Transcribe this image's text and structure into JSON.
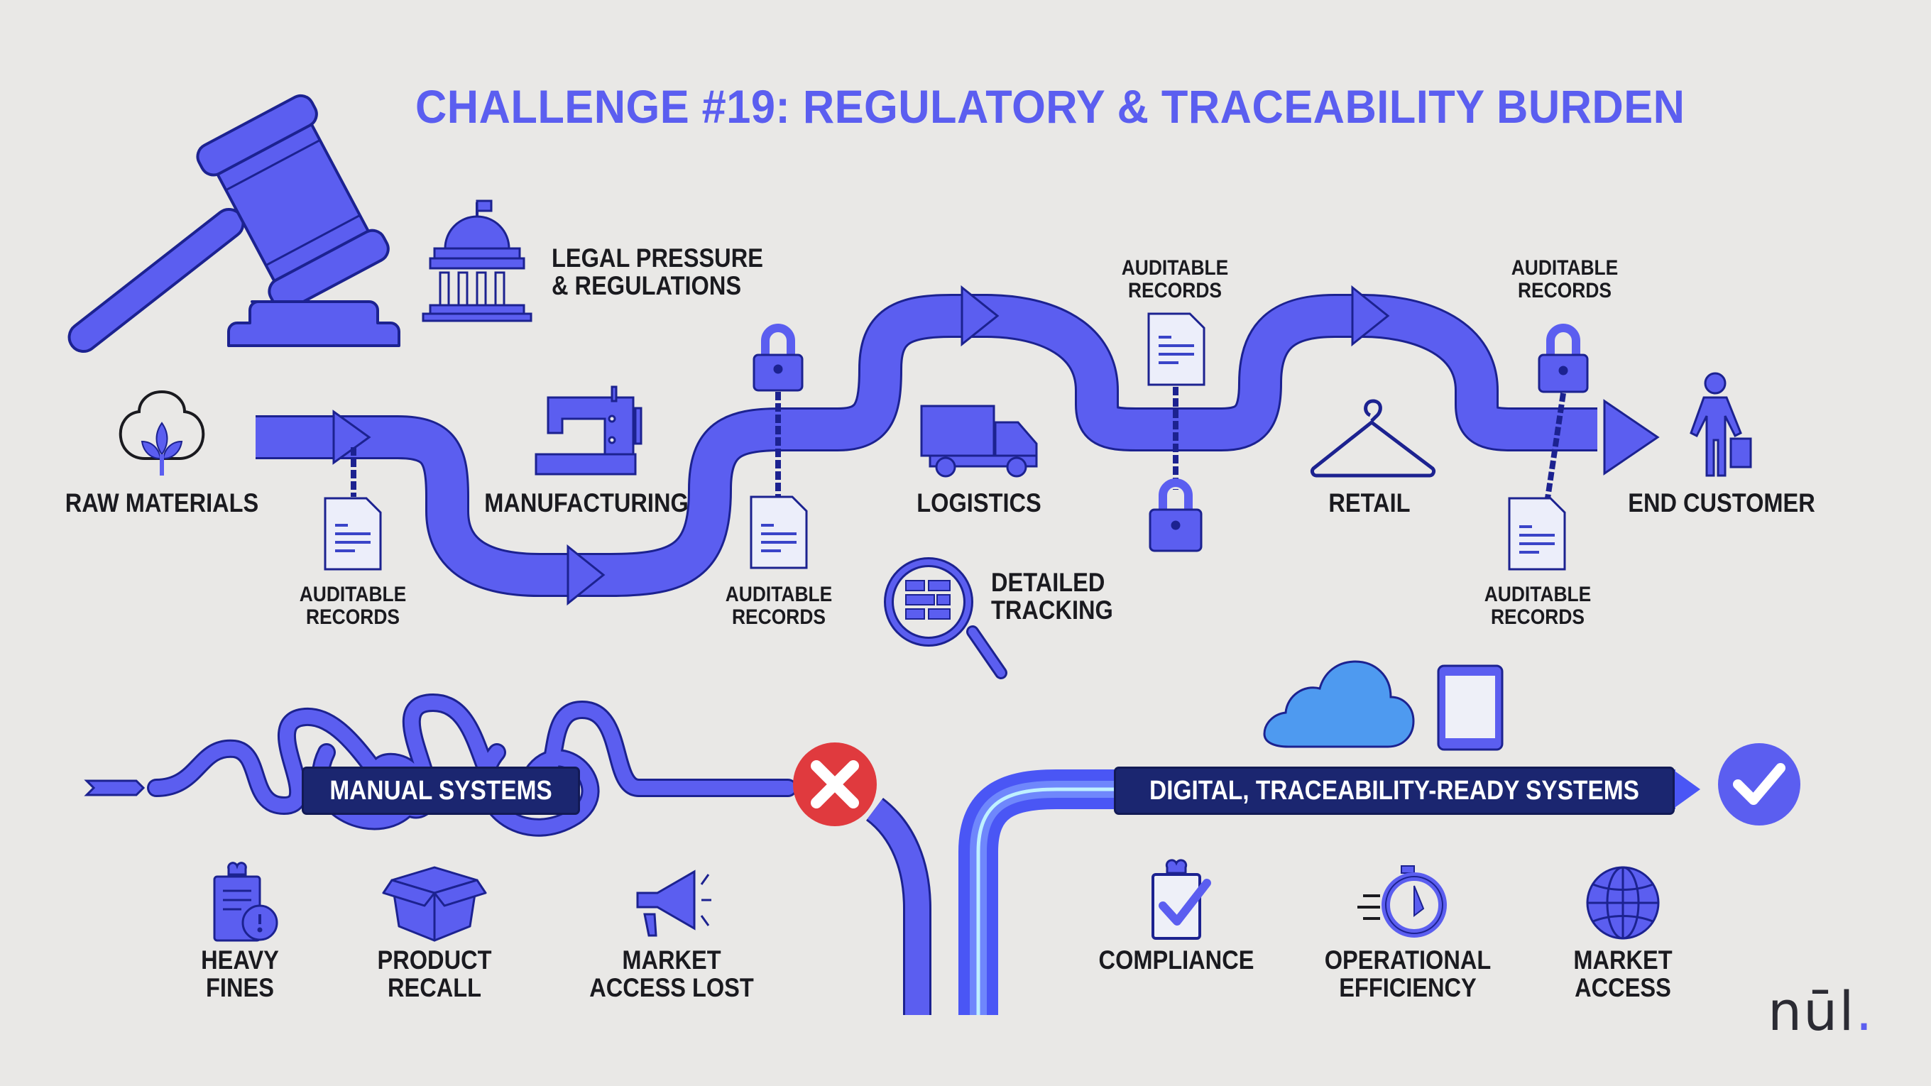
{
  "title": "CHALLENGE #19: REGULATORY & TRACEABILITY BURDEN",
  "colors": {
    "background": "#e9e8e6",
    "accent": "#5b5ef0",
    "outline": "#1c2290",
    "banner": "#1b2670",
    "error": "#e03a3e",
    "cloud": "#4e9af0",
    "text": "#1a1a1f"
  },
  "legal": {
    "icons": [
      "gavel-icon",
      "capitol-building-icon"
    ],
    "label_line1": "LEGAL PRESSURE",
    "label_line2": "& REGULATIONS"
  },
  "supply_chain": {
    "stages": [
      {
        "label": "RAW MATERIALS",
        "icon": "cotton-plant-icon"
      },
      {
        "label": "MANUFACTURING",
        "icon": "sewing-machine-icon"
      },
      {
        "label": "LOGISTICS",
        "icon": "truck-icon"
      },
      {
        "label": "RETAIL",
        "icon": "hanger-icon"
      },
      {
        "label": "END CUSTOMER",
        "icon": "shopper-icon"
      }
    ],
    "records": [
      {
        "line1": "AUDITABLE",
        "line2": "RECORDS"
      },
      {
        "line1": "AUDITABLE",
        "line2": "RECORDS"
      },
      {
        "line1": "AUDITABLE",
        "line2": "RECORDS"
      },
      {
        "line1": "AUDITABLE",
        "line2": "RECORDS"
      },
      {
        "line1": "AUDITABLE",
        "line2": "RECORDS"
      }
    ],
    "tracking": {
      "line1": "DETAILED",
      "line2": "TRACKING",
      "icon": "magnifier-icon"
    }
  },
  "manual": {
    "label": "MANUAL SYSTEMS",
    "status_icon": "x-circle-icon",
    "consequences": [
      {
        "line1": "HEAVY",
        "line2": "FINES",
        "icon": "clipboard-warning-icon"
      },
      {
        "line1": "PRODUCT",
        "line2": "RECALL",
        "icon": "box-icon"
      },
      {
        "line1": "MARKET",
        "line2": "ACCESS LOST",
        "icon": "megaphone-icon"
      }
    ]
  },
  "digital": {
    "label": "DIGITAL, TRACEABILITY-READY SYSTEMS",
    "status_icon": "check-circle-icon",
    "top_icons": [
      "cloud-icon",
      "tablet-icon"
    ],
    "benefits": [
      {
        "line1": "COMPLIANCE",
        "line2": "",
        "icon": "clipboard-check-icon"
      },
      {
        "line1": "OPERATIONAL",
        "line2": "EFFICIENCY",
        "icon": "stopwatch-icon"
      },
      {
        "line1": "MARKET",
        "line2": "ACCESS",
        "icon": "globe-icon"
      }
    ]
  },
  "brand": {
    "logo_text": "nūl",
    "logo_dot": "."
  }
}
